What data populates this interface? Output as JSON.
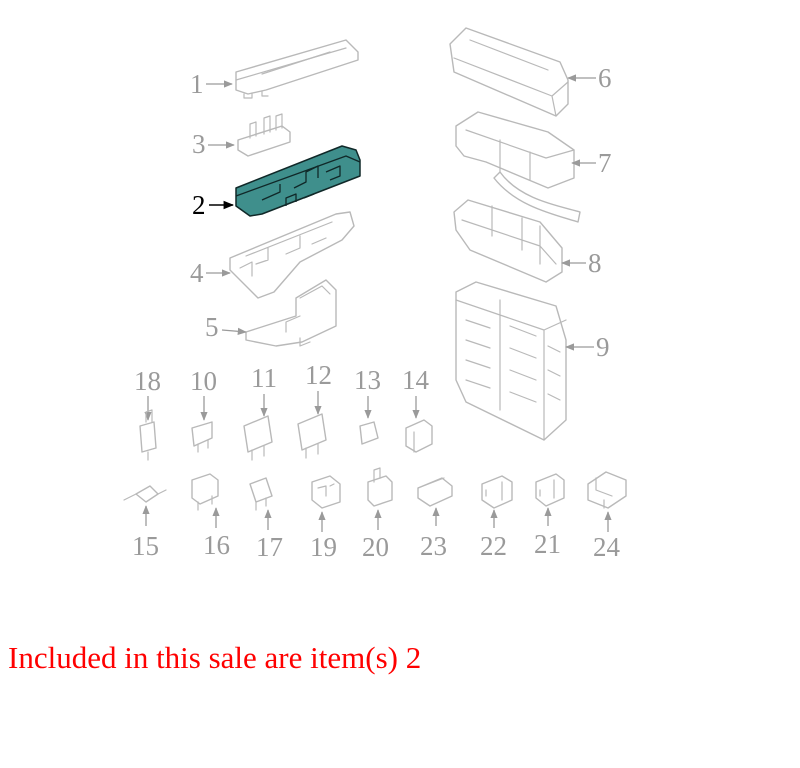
{
  "colors": {
    "selected_fill": "#3f8f8c",
    "part_stroke": "#b9b9b9",
    "callout_text": "#9a9a9a",
    "caption_text": "#ff0000"
  },
  "callouts": {
    "c1": "1",
    "c2": "2",
    "c3": "3",
    "c4": "4",
    "c5": "5",
    "c6": "6",
    "c7": "7",
    "c8": "8",
    "c9": "9",
    "c10": "10",
    "c11": "11",
    "c12": "12",
    "c13": "13",
    "c14": "14",
    "c15": "15",
    "c16": "16",
    "c17": "17",
    "c18": "18",
    "c19": "19",
    "c20": "20",
    "c21": "21",
    "c22": "22",
    "c23": "23",
    "c24": "24"
  },
  "selected_item": "2",
  "caption": "Included in this sale are item(s) 2"
}
